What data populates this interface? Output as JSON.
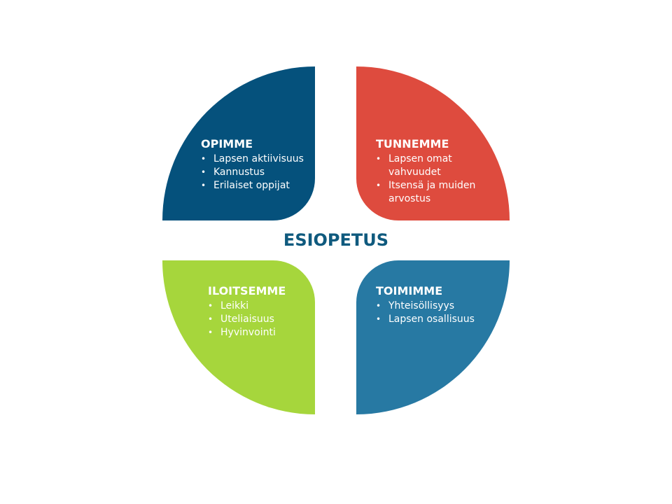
{
  "center": {
    "title": "ESIOPETUS",
    "color": "#0f5a7e"
  },
  "quadrants": [
    {
      "id": "tl",
      "color": "#05517c",
      "title": "OPIMME",
      "items": [
        "Lapsen aktiivisuus",
        "Kannustus",
        "Erilaiset oppijat"
      ]
    },
    {
      "id": "tr",
      "color": "#de4b3e",
      "title": "TUNNEMME",
      "items": [
        "Lapsen omat vahvuudet",
        "Itsensä ja muiden arvostus"
      ]
    },
    {
      "id": "bl",
      "color": "#a6d63c",
      "title": "ILOITSEMME",
      "items": [
        "Leikki",
        "Uteliaisuus",
        "Hyvinvointi"
      ]
    },
    {
      "id": "br",
      "color": "#2779a3",
      "title": "TOIMIMME",
      "items": [
        "Yhteisöllisyys",
        "Lapsen osallisuus"
      ]
    }
  ],
  "bullet": "•"
}
